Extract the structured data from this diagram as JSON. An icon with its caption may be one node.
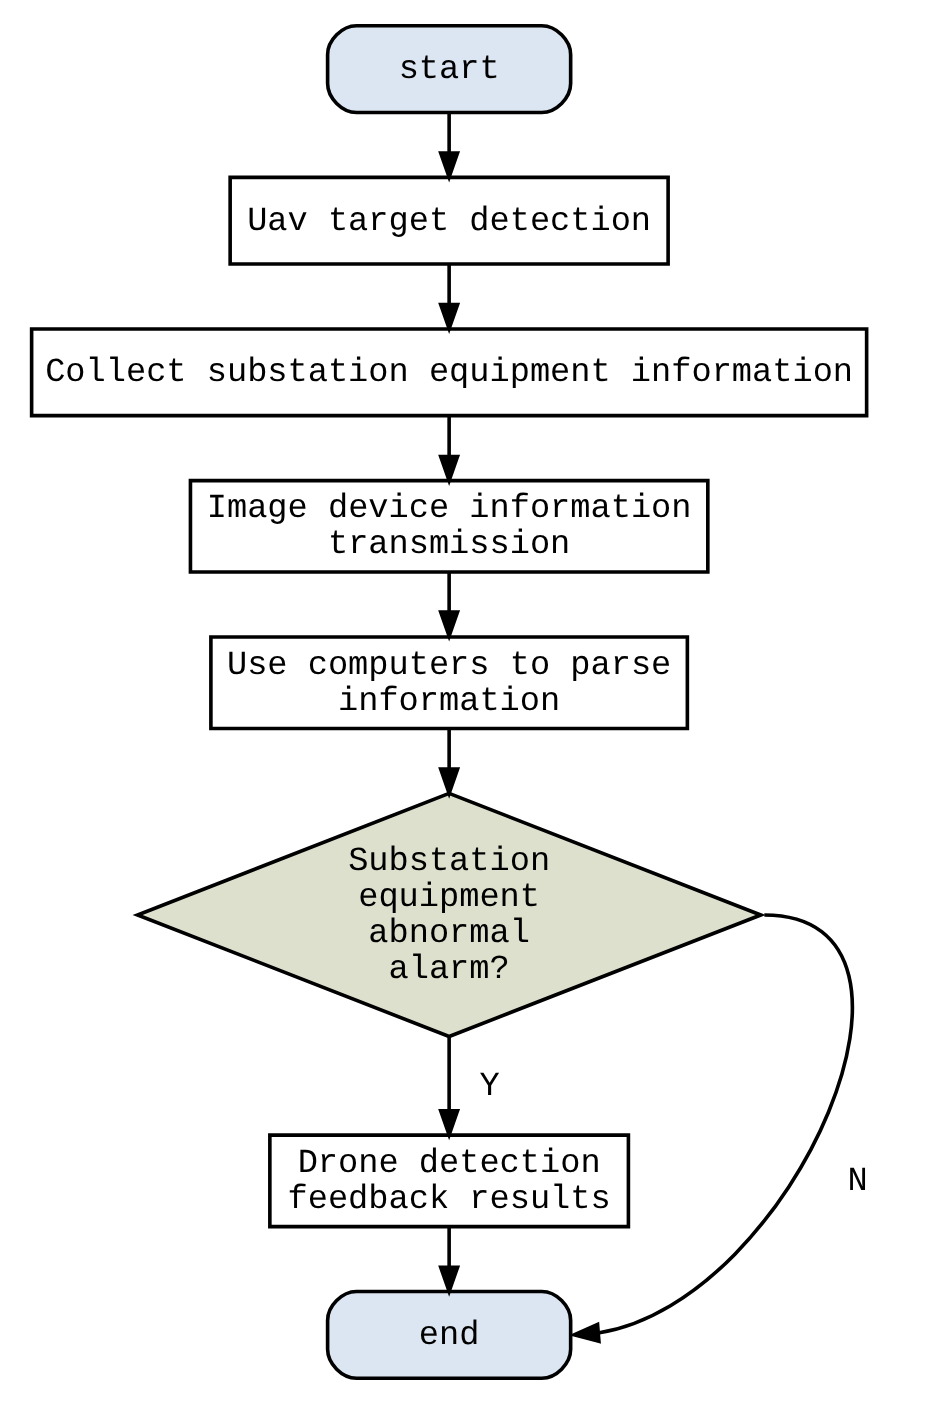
{
  "diagram": {
    "nodes": [
      {
        "text": [
          "start"
        ]
      },
      {
        "text": [
          "Uav target detection"
        ]
      },
      {
        "text": [
          "Collect substation equipment information"
        ]
      },
      {
        "text": [
          "Image device information transmission"
        ]
      },
      {
        "text": [
          "Use computers to parse information"
        ]
      },
      {
        "text": [
          "Substation equipment abnormal alarm?"
        ]
      },
      {
        "text": [
          "Drone detection feedback results"
        ]
      },
      {
        "text": [
          "end"
        ]
      }
    ],
    "edges": [
      {
        "from": 0,
        "to": 1,
        "arrow": "to"
      },
      {
        "from": 1,
        "to": 2,
        "arrow": "to"
      },
      {
        "from": 2,
        "to": 3,
        "arrow": "to"
      },
      {
        "from": 3,
        "to": 4,
        "arrow": "to"
      },
      {
        "from": 4,
        "to": 5,
        "arrow": "to"
      },
      {
        "from": 5,
        "to": 6,
        "arrow": "to",
        "label": "Y"
      },
      {
        "from": 6,
        "to": 7,
        "arrow": "to"
      },
      {
        "from": 5,
        "to": 7,
        "arrow": "to",
        "label": "N"
      }
    ]
  }
}
